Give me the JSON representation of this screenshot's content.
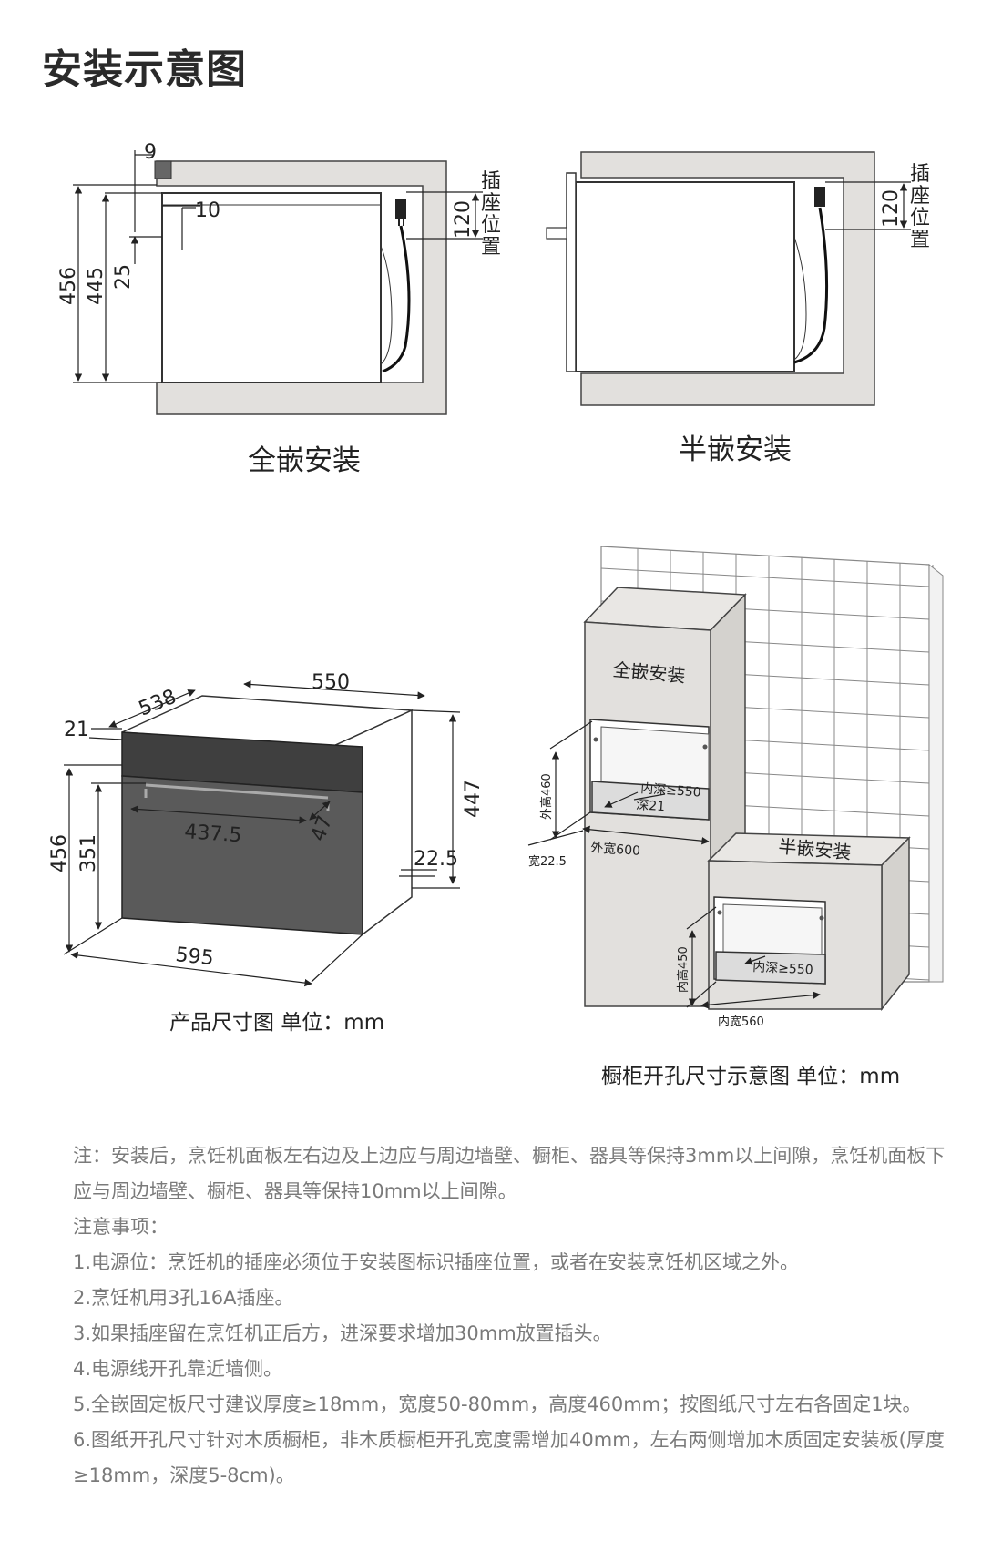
{
  "title": "安装示意图",
  "full_embed": {
    "caption": "全嵌安装",
    "dims": {
      "d9": "9",
      "d10": "10",
      "d456": "456",
      "d445": "445",
      "d25": "25",
      "d120": "120"
    },
    "socket_label": "插座位置"
  },
  "half_embed": {
    "caption": "半嵌安装",
    "dims": {
      "d120": "120"
    },
    "socket_label": "插座位置"
  },
  "product": {
    "caption": "产品尺寸图  单位：mm",
    "dims": {
      "d550": "550",
      "d538": "538",
      "d21": "21",
      "d447": "447",
      "d456": "456",
      "d351": "351",
      "d4375": "437.5",
      "d47": "47",
      "d225": "22.5",
      "d595": "595"
    }
  },
  "cabinet": {
    "caption": "橱柜开孔尺寸示意图 单位：mm",
    "full_label": "全嵌安装",
    "half_label": "半嵌安装",
    "full_dims": {
      "outer_height": "外高460",
      "inner_depth": "内深≥550",
      "depth": "深21",
      "outer_width": "外宽600",
      "width": "宽22.5"
    },
    "half_dims": {
      "inner_height": "内高450",
      "inner_depth": "内深≥550",
      "inner_width": "内宽560"
    }
  },
  "notes": [
    "注：安装后，烹饪机面板左右边及上边应与周边墙壁、橱柜、器具等保持3mm以上间隙，烹饪机面板下应与周边墙壁、橱柜、器具等保持10mm以上间隙。",
    "注意事项：",
    "1.电源位：烹饪机的插座必须位于安装图标识插座位置，或者在安装烹饪机区域之外。",
    "2.烹饪机用3孔16A插座。",
    "3.如果插座留在烹饪机正后方，进深要求增加30mm放置插头。",
    "4.电源线开孔靠近墙侧。",
    "5.全嵌固定板尺寸建议厚度≥18mm，宽度50-80mm，高度460mm；按图纸尺寸左右各固定1块。",
    "6.图纸开孔尺寸针对木质橱柜，非木质橱柜开孔宽度需增加40mm，左右两侧增加木质固定安装板(厚度≥18mm，深度5-8cm)。"
  ],
  "colors": {
    "cabinet_fill": "#e2e0dd",
    "oven_glass": "#555555",
    "tile_line": "#888888"
  }
}
